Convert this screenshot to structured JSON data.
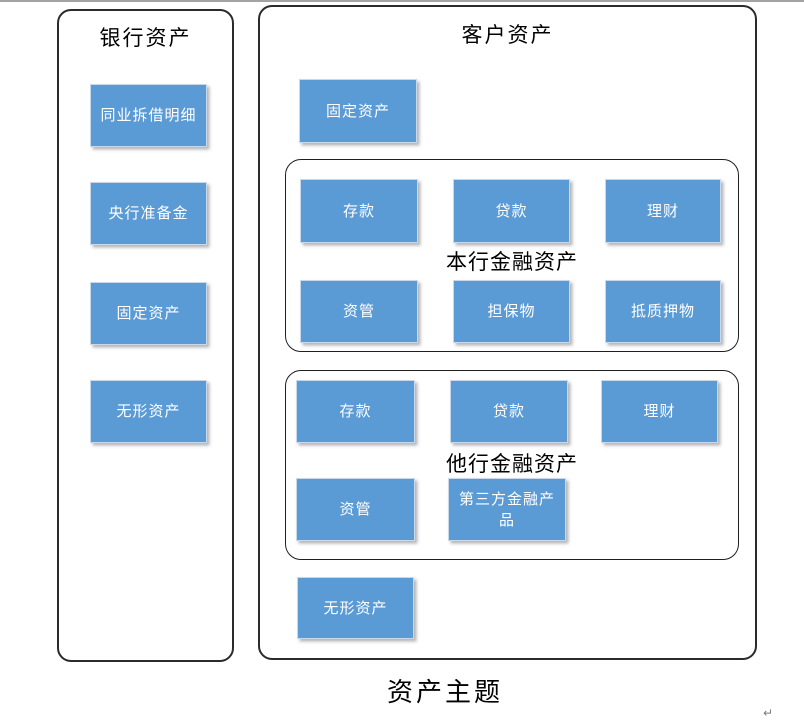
{
  "colors": {
    "box_fill": "#5B9BD5",
    "box_border": "#C9D8EA",
    "container_border": "#2B2B2B",
    "box_text": "#FFFFFF",
    "top_line": "#A3A3A3"
  },
  "bank_assets": {
    "title": "银行资产",
    "items": [
      "同业拆借明细",
      "央行准备金",
      "固定资产",
      "无形资产"
    ]
  },
  "customer_assets": {
    "title": "客户资产",
    "top_box": "固定资产",
    "bottom_box": "无形资产",
    "own_bank": {
      "label": "本行金融资产",
      "row1": [
        "存款",
        "贷款",
        "理财"
      ],
      "row2": [
        "资管",
        "担保物",
        "抵质押物"
      ]
    },
    "other_bank": {
      "label": "他行金融资产",
      "row1": [
        "存款",
        "贷款",
        "理财"
      ],
      "row2": [
        "资管",
        "第三方金融产品"
      ]
    }
  },
  "caption": "资产主题",
  "return_mark": "↵"
}
